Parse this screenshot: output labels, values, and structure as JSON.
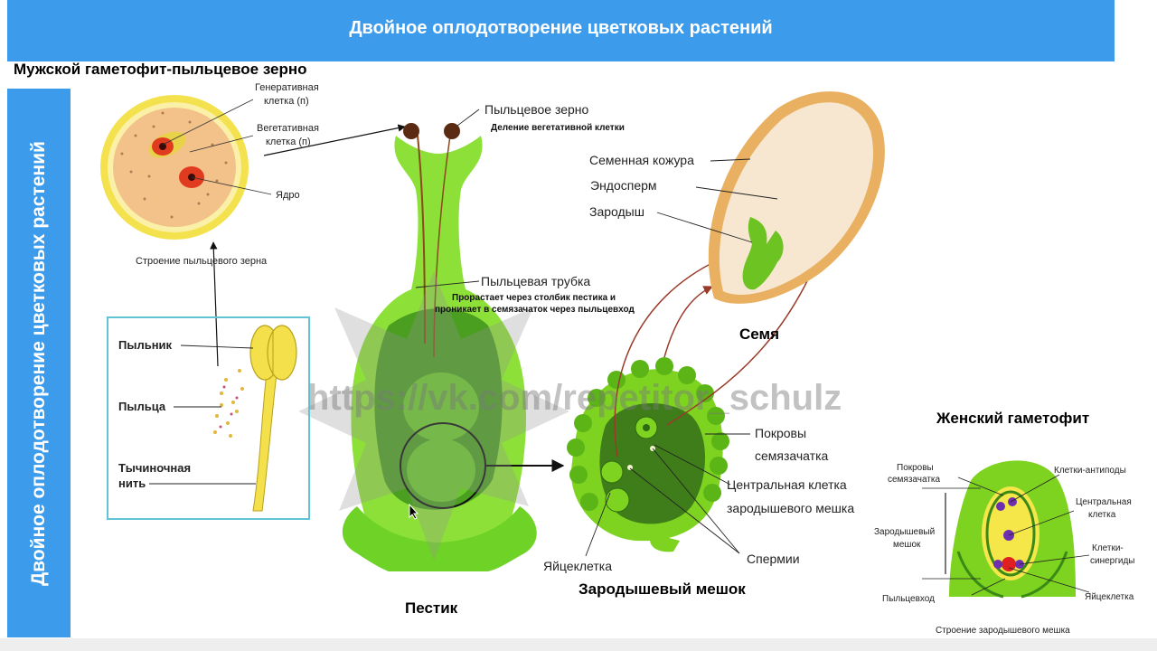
{
  "header": {
    "title": "Двойное оплодотворение цветковых растений"
  },
  "sidebar": {
    "title": "Двойное оплодотворение цветковых растений"
  },
  "sections": {
    "male_title": "Мужской гаметофит-пыльцевое зерно",
    "female_title": "Женский гаметофит",
    "pistil": "Пестик",
    "embryo_sac": "Зародышевый мешок",
    "seed": "Семя"
  },
  "pollen_grain": {
    "generative_1": "Генеративная",
    "generative_2": "клетка (п)",
    "vegetative_1": "Вегетативная",
    "vegetative_2": "клетка (п)",
    "nucleus": "Ядро",
    "caption": "Строение пыльцевого зерна"
  },
  "stamen": {
    "anther": "Пыльник",
    "pollen": "Пыльца",
    "filament_1": "Тычиночная",
    "filament_2": "нить"
  },
  "pistil_labels": {
    "pollen_grain": "Пыльцевое зерно",
    "vegetative_division": "Деление вегетативной клетки",
    "pollen_tube": "Пыльцевая трубка",
    "tube_note_1": "Прорастает через столбик пестика и",
    "tube_note_2": "проникает в семязачаток через пыльцевход"
  },
  "seed_labels": {
    "seed_coat": "Семенная кожура",
    "endosperm": "Эндосперм",
    "embryo": "Зародыш"
  },
  "sac_labels": {
    "integument_1": "Покровы",
    "integument_2": "семязачатка",
    "central_1": "Центральная клетка",
    "central_2": "зародышевого мешка",
    "sperm": "Спермии",
    "egg": "Яйцеклетка"
  },
  "female_labels": {
    "integument_1": "Покровы",
    "integument_2": "семязачатка",
    "antipodal": "Клетки-антиподы",
    "central_1": "Центральная",
    "central_2": "клетка",
    "sac_1": "Зародышевый",
    "sac_2": "мешок",
    "synergid_1": "Клетки-",
    "synergid_2": "синергиды",
    "micropyle": "Пыльцевход",
    "egg": "Яйцеклетка",
    "caption": "Строение зародышевого мешка"
  },
  "watermark": "https://vk.com/repetitor_schulz",
  "colors": {
    "accent": "#3d9bec",
    "plant_green": "#7ed321",
    "dark_green": "#3f8d1a",
    "seed_coat": "#e8b060",
    "endosperm": "#f7e7d1",
    "pollen_yellow": "#f3e04a",
    "arrow_brown": "#9a3b2a"
  }
}
